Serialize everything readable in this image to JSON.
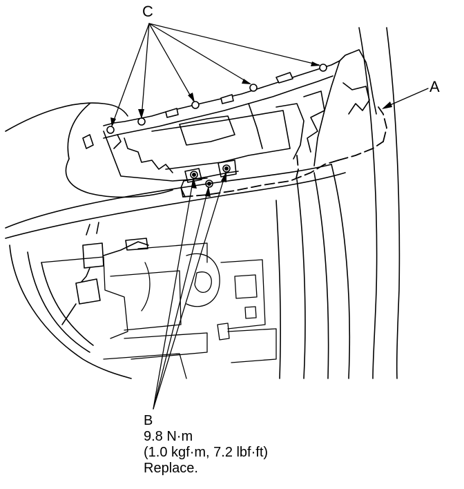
{
  "labels": {
    "c": "C",
    "a": "A",
    "b": "B",
    "torque": "9.8 N·m",
    "torque_alt": "(1.0 kgf·m, 7.2 lbf·ft)",
    "note": "Replace."
  },
  "colors": {
    "line": "#000000",
    "background": "#ffffff"
  }
}
